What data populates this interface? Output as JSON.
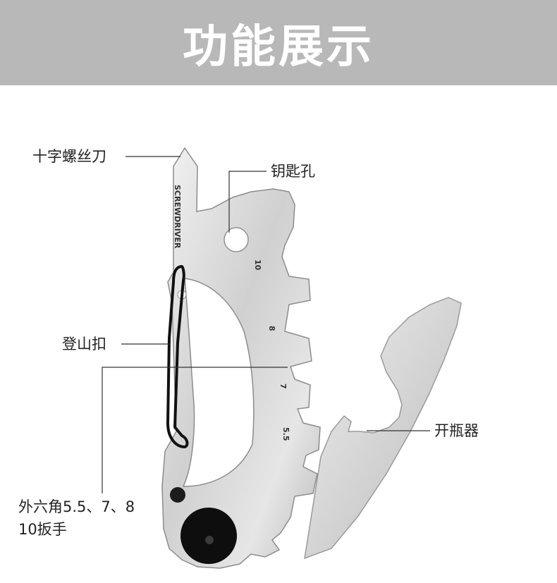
{
  "banner": {
    "title": "功能展示"
  },
  "tool": {
    "engraving": "SCREWDRIVER",
    "sizes": [
      "10",
      "8",
      "7",
      "5.5"
    ]
  },
  "callouts": {
    "screwdriver": "十字螺丝刀",
    "key_hole": "钥匙孔",
    "carabiner": "登山扣",
    "bottle_opener": "开瓶器",
    "hex_wrench_line1": "外六角5.5、7、8",
    "hex_wrench_line2": "10扳手"
  },
  "colors": {
    "banner_bg": "#b8b8b8",
    "banner_text": "#ffffff",
    "steel": "#d4d4d4",
    "label_text": "#222222"
  }
}
